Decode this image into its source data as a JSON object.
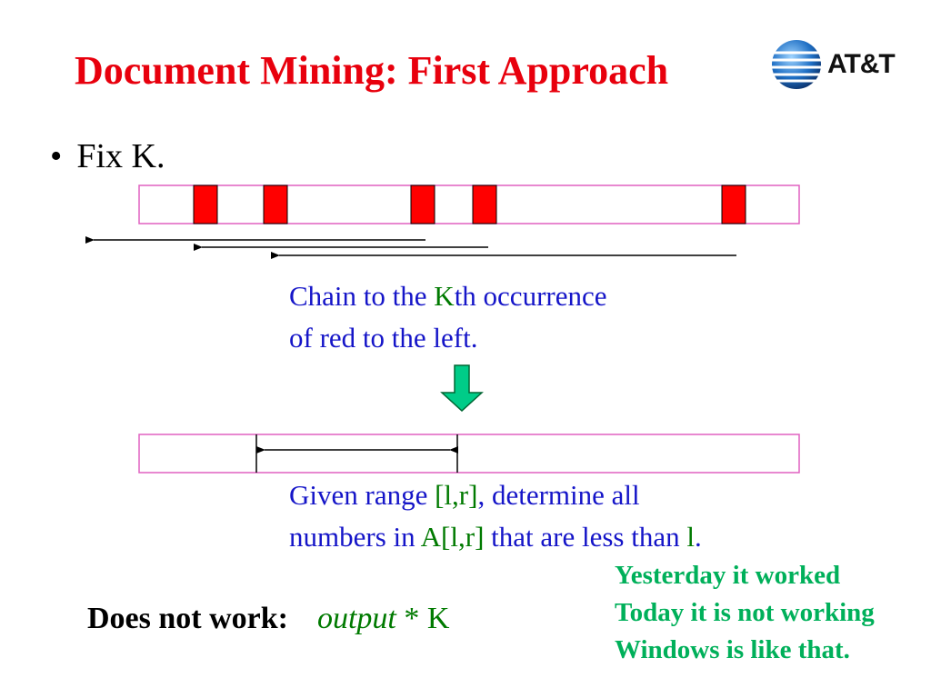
{
  "title": "Document Mining: First Approach",
  "logo": {
    "text": "AT&T"
  },
  "bullet": {
    "symbol": "•",
    "text": "Fix K."
  },
  "caption1": {
    "line1_pre": "Chain to the ",
    "line1_k": "K",
    "line1_post": "th occurrence",
    "line2": "of red to the left."
  },
  "caption2": {
    "line1_pre": "Given range ",
    "line1_range": "[l,r]",
    "line1_post": ", determine all",
    "line2_pre": "numbers in ",
    "line2_arr": "A[l,r]",
    "line2_mid": " that are less than ",
    "line2_l": "l",
    "line2_end": "."
  },
  "does_not_work": {
    "label": "Does not work:",
    "output": "output",
    "rest": " * K"
  },
  "note": {
    "line1": "Yesterday it worked",
    "line2": "Today it is not working",
    "line3": "Windows is like that."
  },
  "colors": {
    "title": "#e8000d",
    "caption": "#1515c8",
    "highlight": "#007a00",
    "note": "#00b05a",
    "red_marker": "#ff0000",
    "down_arrow": "#00cc88",
    "bar_border": "#e060c0"
  }
}
